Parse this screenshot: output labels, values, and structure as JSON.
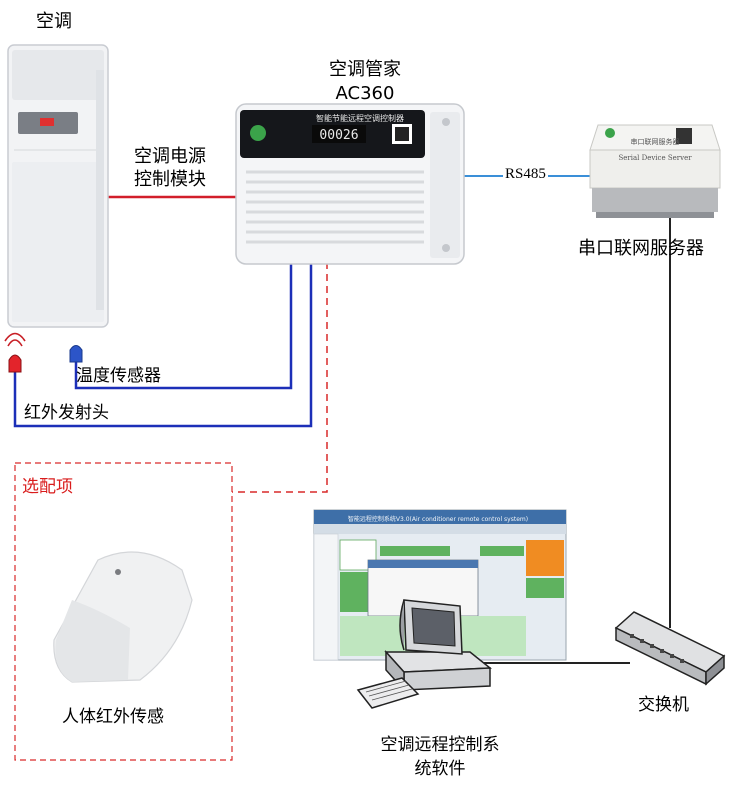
{
  "colors": {
    "power_line": "#d21e2a",
    "sensor_line": "#1c2fb8",
    "network_line": "#222222",
    "rs485_line": "#3a8fd8",
    "optional_line": "#d92a2a",
    "ir_emitter": "#e3242b",
    "temp_sensor": "#2c55c8"
  },
  "labels": {
    "ac_unit": "空调",
    "controller_title": "空调管家",
    "controller_model": "AC360",
    "power_module_line1": "空调电源",
    "power_module_line2": "控制模块",
    "serial_server": "串口联网服务器",
    "rs485": "RS485",
    "temp_sensor": "温度传感器",
    "ir_emitter": "红外发射头",
    "optional": "选配项",
    "pir_sensor": "人体红外传感",
    "software_line1": "空调远程控制系",
    "software_line2": "统软件",
    "switch": "交换机"
  },
  "device": {
    "controller_panel_title": "智能节能远程空调控制器",
    "controller_display": "00026",
    "server_panel_line1": "串口联网服务器",
    "server_panel_line2": "Serial Device Server",
    "software_title": "智能远程控制系统V3.0(Air conditioner remote control system)"
  },
  "icons": {
    "ac": "floor-ac-unit-icon",
    "controller": "controller-box-icon",
    "server": "serial-server-icon",
    "pir": "pir-sensor-icon",
    "computer": "desktop-computer-icon",
    "switch": "network-switch-icon"
  }
}
